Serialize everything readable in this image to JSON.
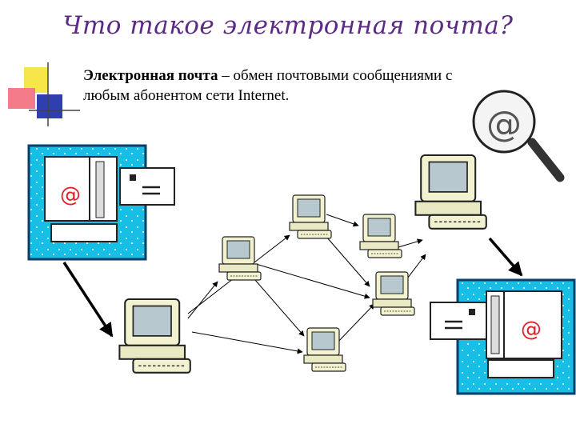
{
  "slide": {
    "title": "Что такое электронная почта?",
    "definition_term": "Электронная почта",
    "definition_text": " – обмен почтовыми сообщениями с любым абонентом сети Internet."
  },
  "diagram": {
    "at_symbol": "@",
    "sender_icon_symbol": "@",
    "receiver_icon_symbol": "@",
    "colors": {
      "title": "#5b2a86",
      "panel_bg": "#17bfe6",
      "panel_border": "#0a3f6a",
      "computer_body": "#f2f2d0",
      "screen": "#b7c9cf",
      "arrow": "#000000",
      "magnifier_handle": "#333333",
      "at_red": "#e0212a"
    }
  }
}
